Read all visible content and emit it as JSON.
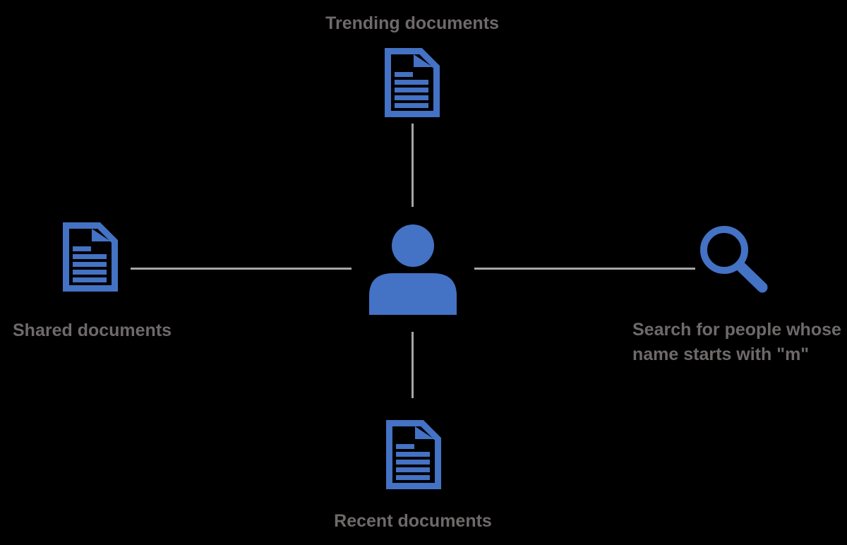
{
  "colors": {
    "background": "#000000",
    "accent": "#4472C4",
    "label": "#6E6A6A",
    "connector": "#A6A6A6"
  },
  "diagram": {
    "center": {
      "icon": "person-icon"
    },
    "nodes": {
      "top": {
        "icon": "document-icon",
        "label": "Trending documents"
      },
      "left": {
        "icon": "document-icon",
        "label": "Shared documents"
      },
      "bottom": {
        "icon": "document-icon",
        "label": "Recent documents"
      },
      "right": {
        "icon": "search-icon",
        "label_lines": [
          "Search for people whose",
          "name starts with \"m\""
        ]
      }
    }
  }
}
